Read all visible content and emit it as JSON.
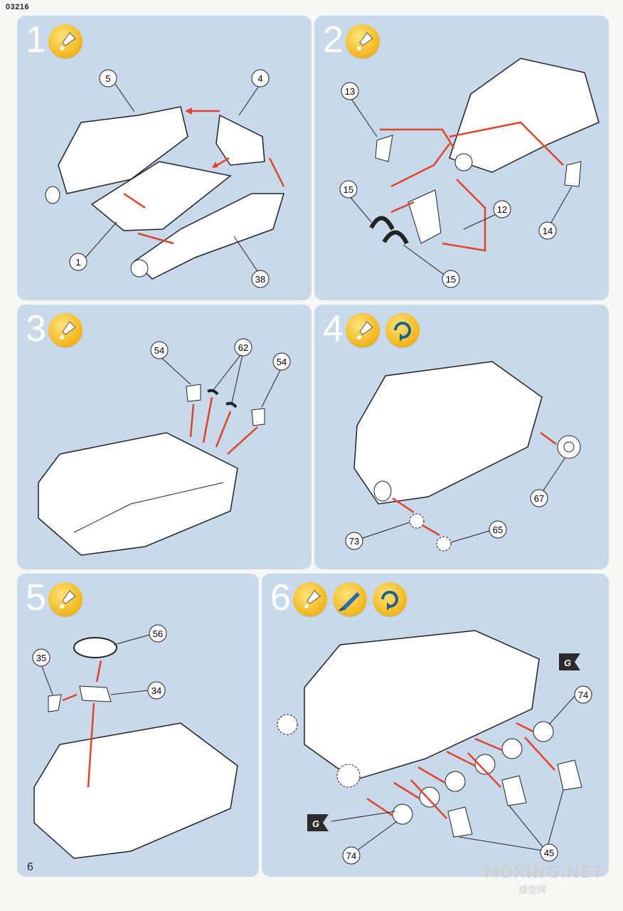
{
  "header": {
    "code": "03216"
  },
  "page": {
    "number": "6"
  },
  "watermark": {
    "main": "MOXING.NET",
    "sub": "模型网"
  },
  "steps": [
    {
      "number": "1",
      "parts": [
        "5",
        "4",
        "1",
        "38"
      ]
    },
    {
      "number": "2",
      "parts": [
        "13",
        "15",
        "15",
        "12",
        "14"
      ]
    },
    {
      "number": "3",
      "parts": [
        "54",
        "62",
        "54"
      ]
    },
    {
      "number": "4",
      "parts": [
        "73",
        "65",
        "67"
      ]
    },
    {
      "number": "5",
      "parts": [
        "56",
        "35",
        "34"
      ]
    },
    {
      "number": "6",
      "parts": [
        "G",
        "74",
        "G",
        "74",
        "45"
      ]
    }
  ],
  "icons": {
    "glue": "glue-icon",
    "repeat": "repeat-icon",
    "paint": "paint-brush-icon"
  },
  "colors": {
    "panel": "#c9d9ec",
    "arrow": "#e0432b",
    "badge": "#f2b51a",
    "tag": "#2b2b2b"
  }
}
